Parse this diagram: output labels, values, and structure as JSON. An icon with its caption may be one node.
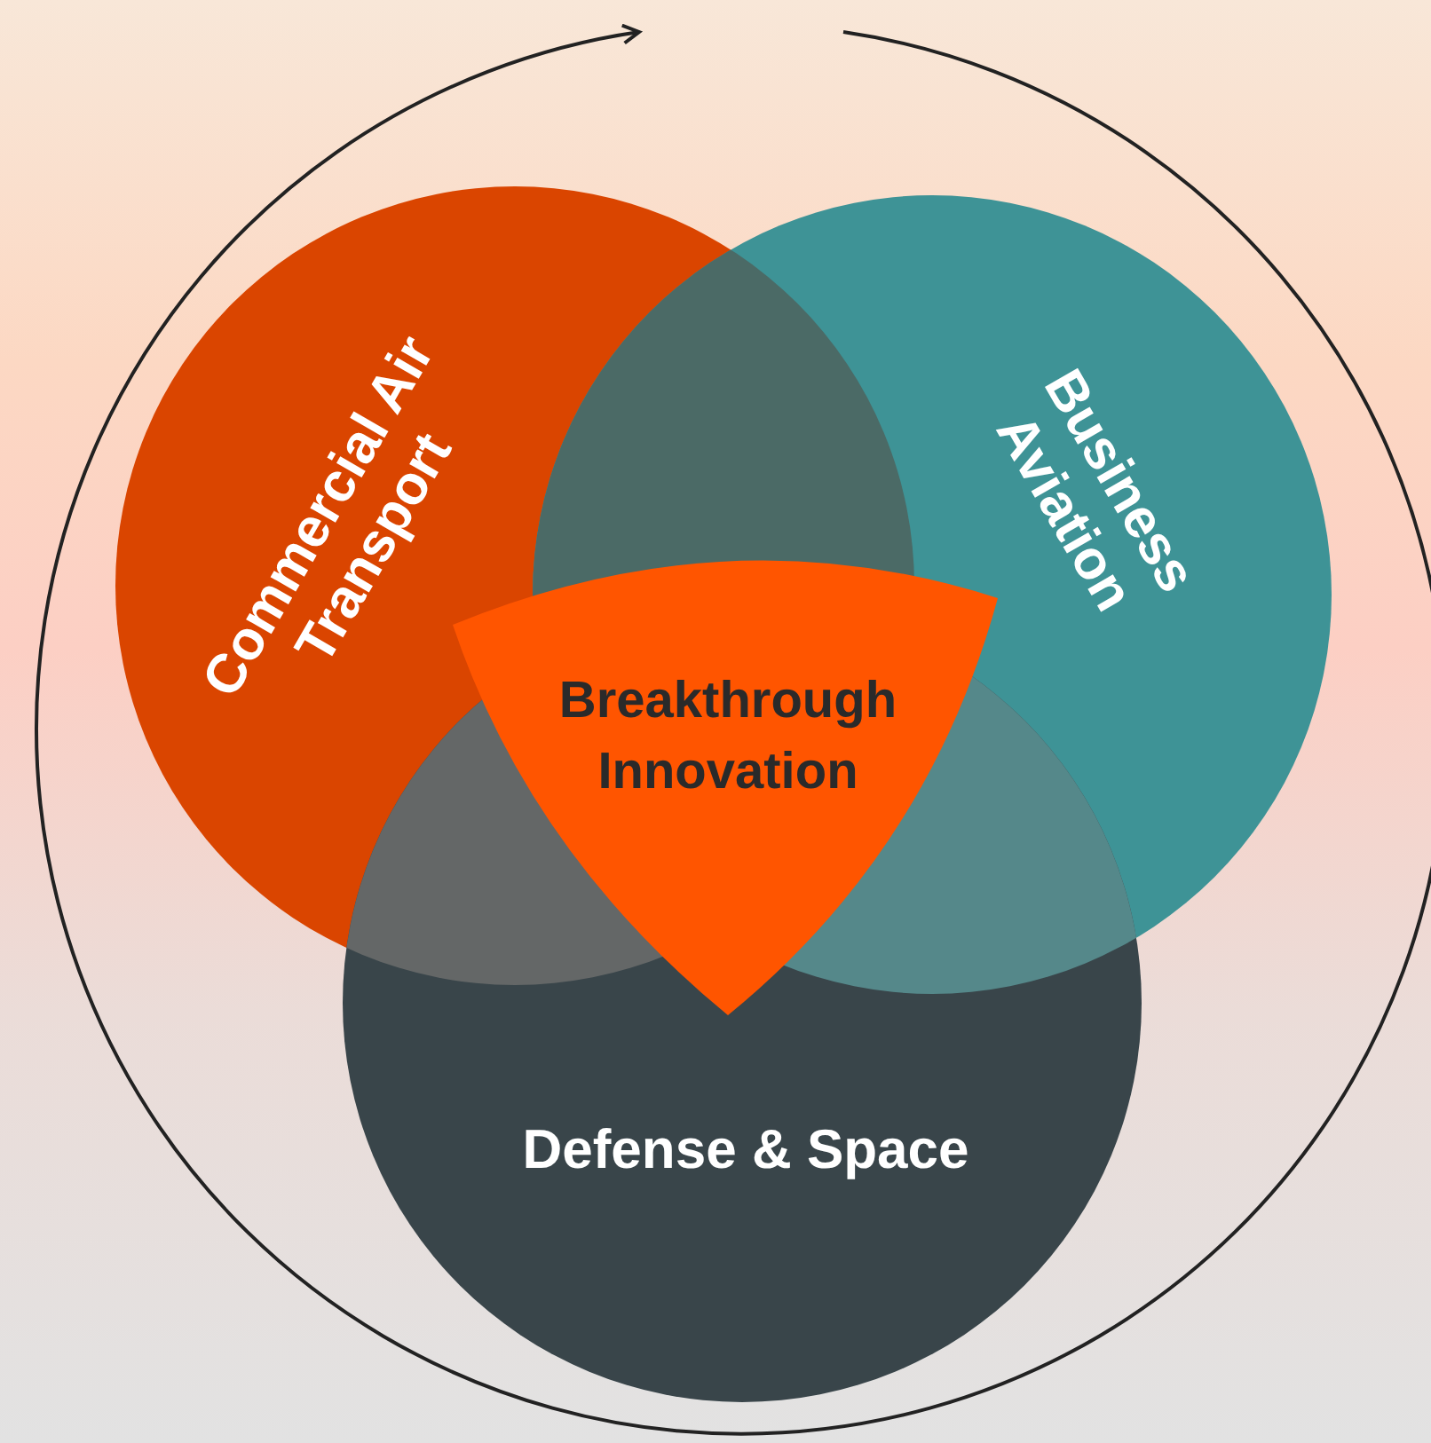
{
  "diagram": {
    "nodes": [
      {
        "text": [
          "Commercial Air Transport"
        ]
      },
      {
        "text": [
          "Business Aviation"
        ]
      },
      {
        "text": [
          "Defense & Space"
        ]
      },
      {
        "text": [
          "Breakthrough Innovation"
        ]
      }
    ]
  }
}
